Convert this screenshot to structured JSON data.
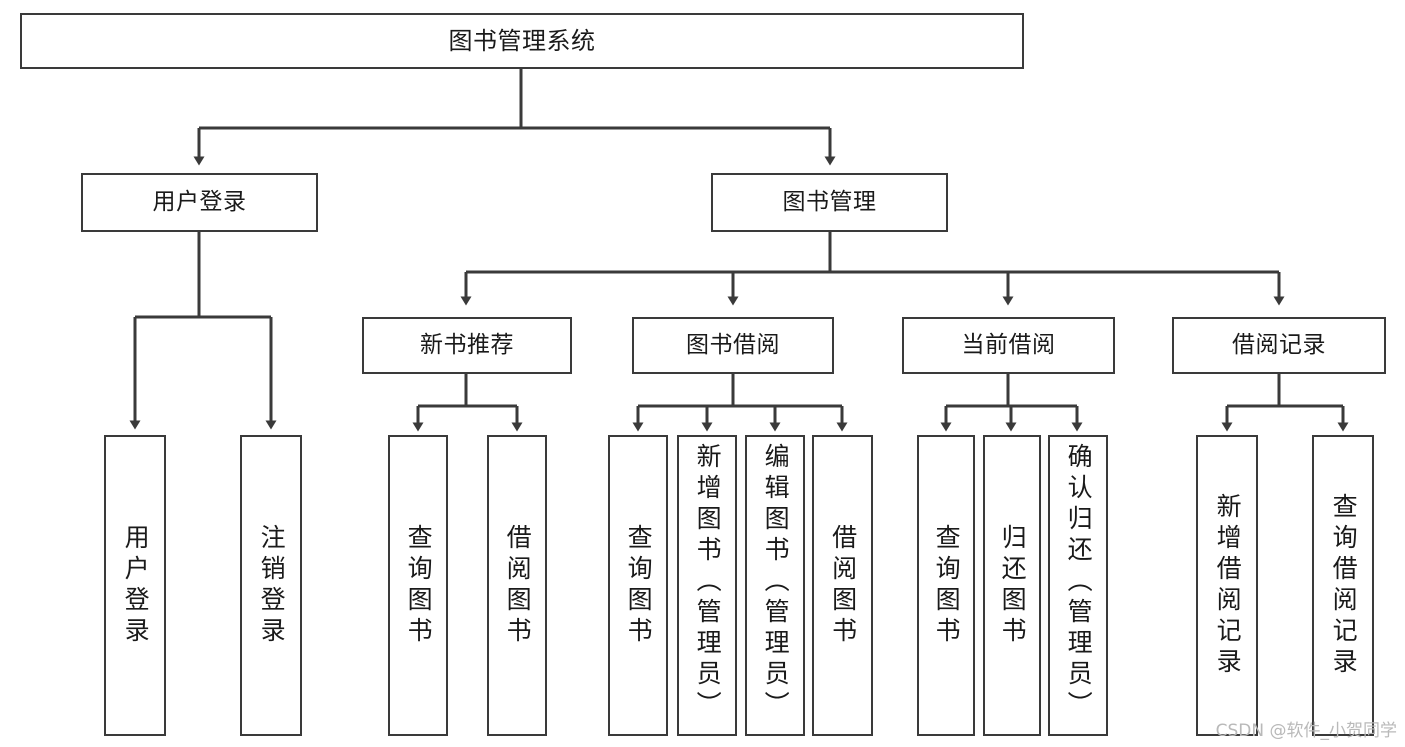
{
  "diagram": {
    "title": "图书管理系统",
    "type": "tree-hierarchy-chart",
    "stroke_color": "#3a3a3a",
    "background_color": "#ffffff",
    "root": {
      "label": "图书管理系统"
    },
    "level2": [
      {
        "label": "用户登录"
      },
      {
        "label": "图书管理"
      }
    ],
    "level3": [
      {
        "label": "新书推荐"
      },
      {
        "label": "图书借阅"
      },
      {
        "label": "当前借阅"
      },
      {
        "label": "借阅记录"
      }
    ],
    "leaves": {
      "user_login": [
        {
          "label": "用户登录"
        },
        {
          "label": "注销登录"
        }
      ],
      "new_book_recommend": [
        {
          "label": "查询图书"
        },
        {
          "label": "借阅图书"
        }
      ],
      "book_borrow": [
        {
          "label": "查询图书"
        },
        {
          "label": "新增图书（管理员）"
        },
        {
          "label": "编辑图书（管理员）"
        },
        {
          "label": "借阅图书"
        }
      ],
      "current_borrow": [
        {
          "label": "查询图书"
        },
        {
          "label": "归还图书"
        },
        {
          "label": "确认归还（管理员）"
        }
      ],
      "borrow_record": [
        {
          "label": "新增借阅记录"
        },
        {
          "label": "查询借阅记录"
        }
      ]
    }
  },
  "watermark": {
    "text": "CSDN @软件_小贺同学"
  }
}
